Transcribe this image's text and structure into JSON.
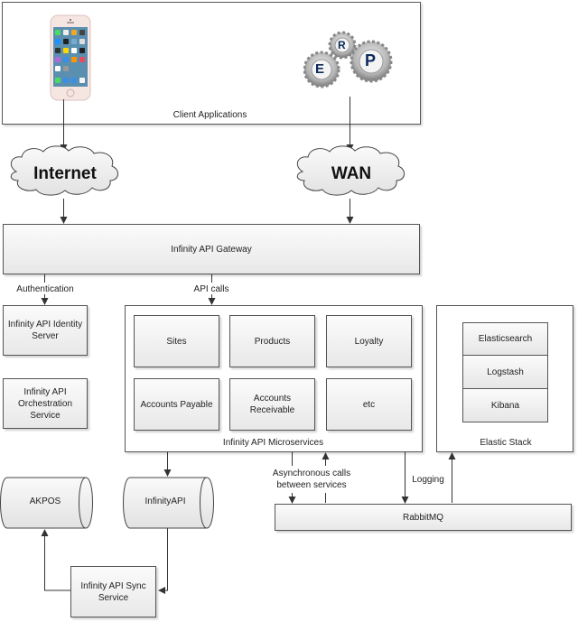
{
  "client_applications": {
    "label": "Client Applications",
    "phone_icon": "smartphone-icon",
    "erp_icon": "erp-gears-icon",
    "erp_letters": [
      "E",
      "R",
      "P"
    ]
  },
  "networks": {
    "internet": "Internet",
    "wan": "WAN"
  },
  "gateway": {
    "label": "Infinity API Gateway"
  },
  "edge_labels": {
    "authentication": "Authentication",
    "api_calls": "API calls",
    "async_line1": "Asynchronous calls",
    "async_line2": "between services",
    "logging": "Logging"
  },
  "identity_server": {
    "line1": "Infinity API Identity",
    "line2": "Server"
  },
  "orchestration": {
    "line1": "Infinity API",
    "line2": "Orchestration",
    "line3": "Service"
  },
  "microservices": {
    "label": "Infinity API Microservices",
    "services": [
      "Sites",
      "Products",
      "Loyalty",
      "Accounts Payable",
      "Accounts Receivable",
      "etc"
    ]
  },
  "elastic_stack": {
    "label": "Elastic Stack",
    "components": [
      "Elasticsearch",
      "Logstash",
      "Kibana"
    ]
  },
  "databases": {
    "akpos": "AKPOS",
    "infinityapi": "InfinityAPI"
  },
  "rabbitmq": {
    "label": "RabbitMQ"
  },
  "sync_service": {
    "line1": "Infinity API Sync",
    "line2": "Service"
  }
}
